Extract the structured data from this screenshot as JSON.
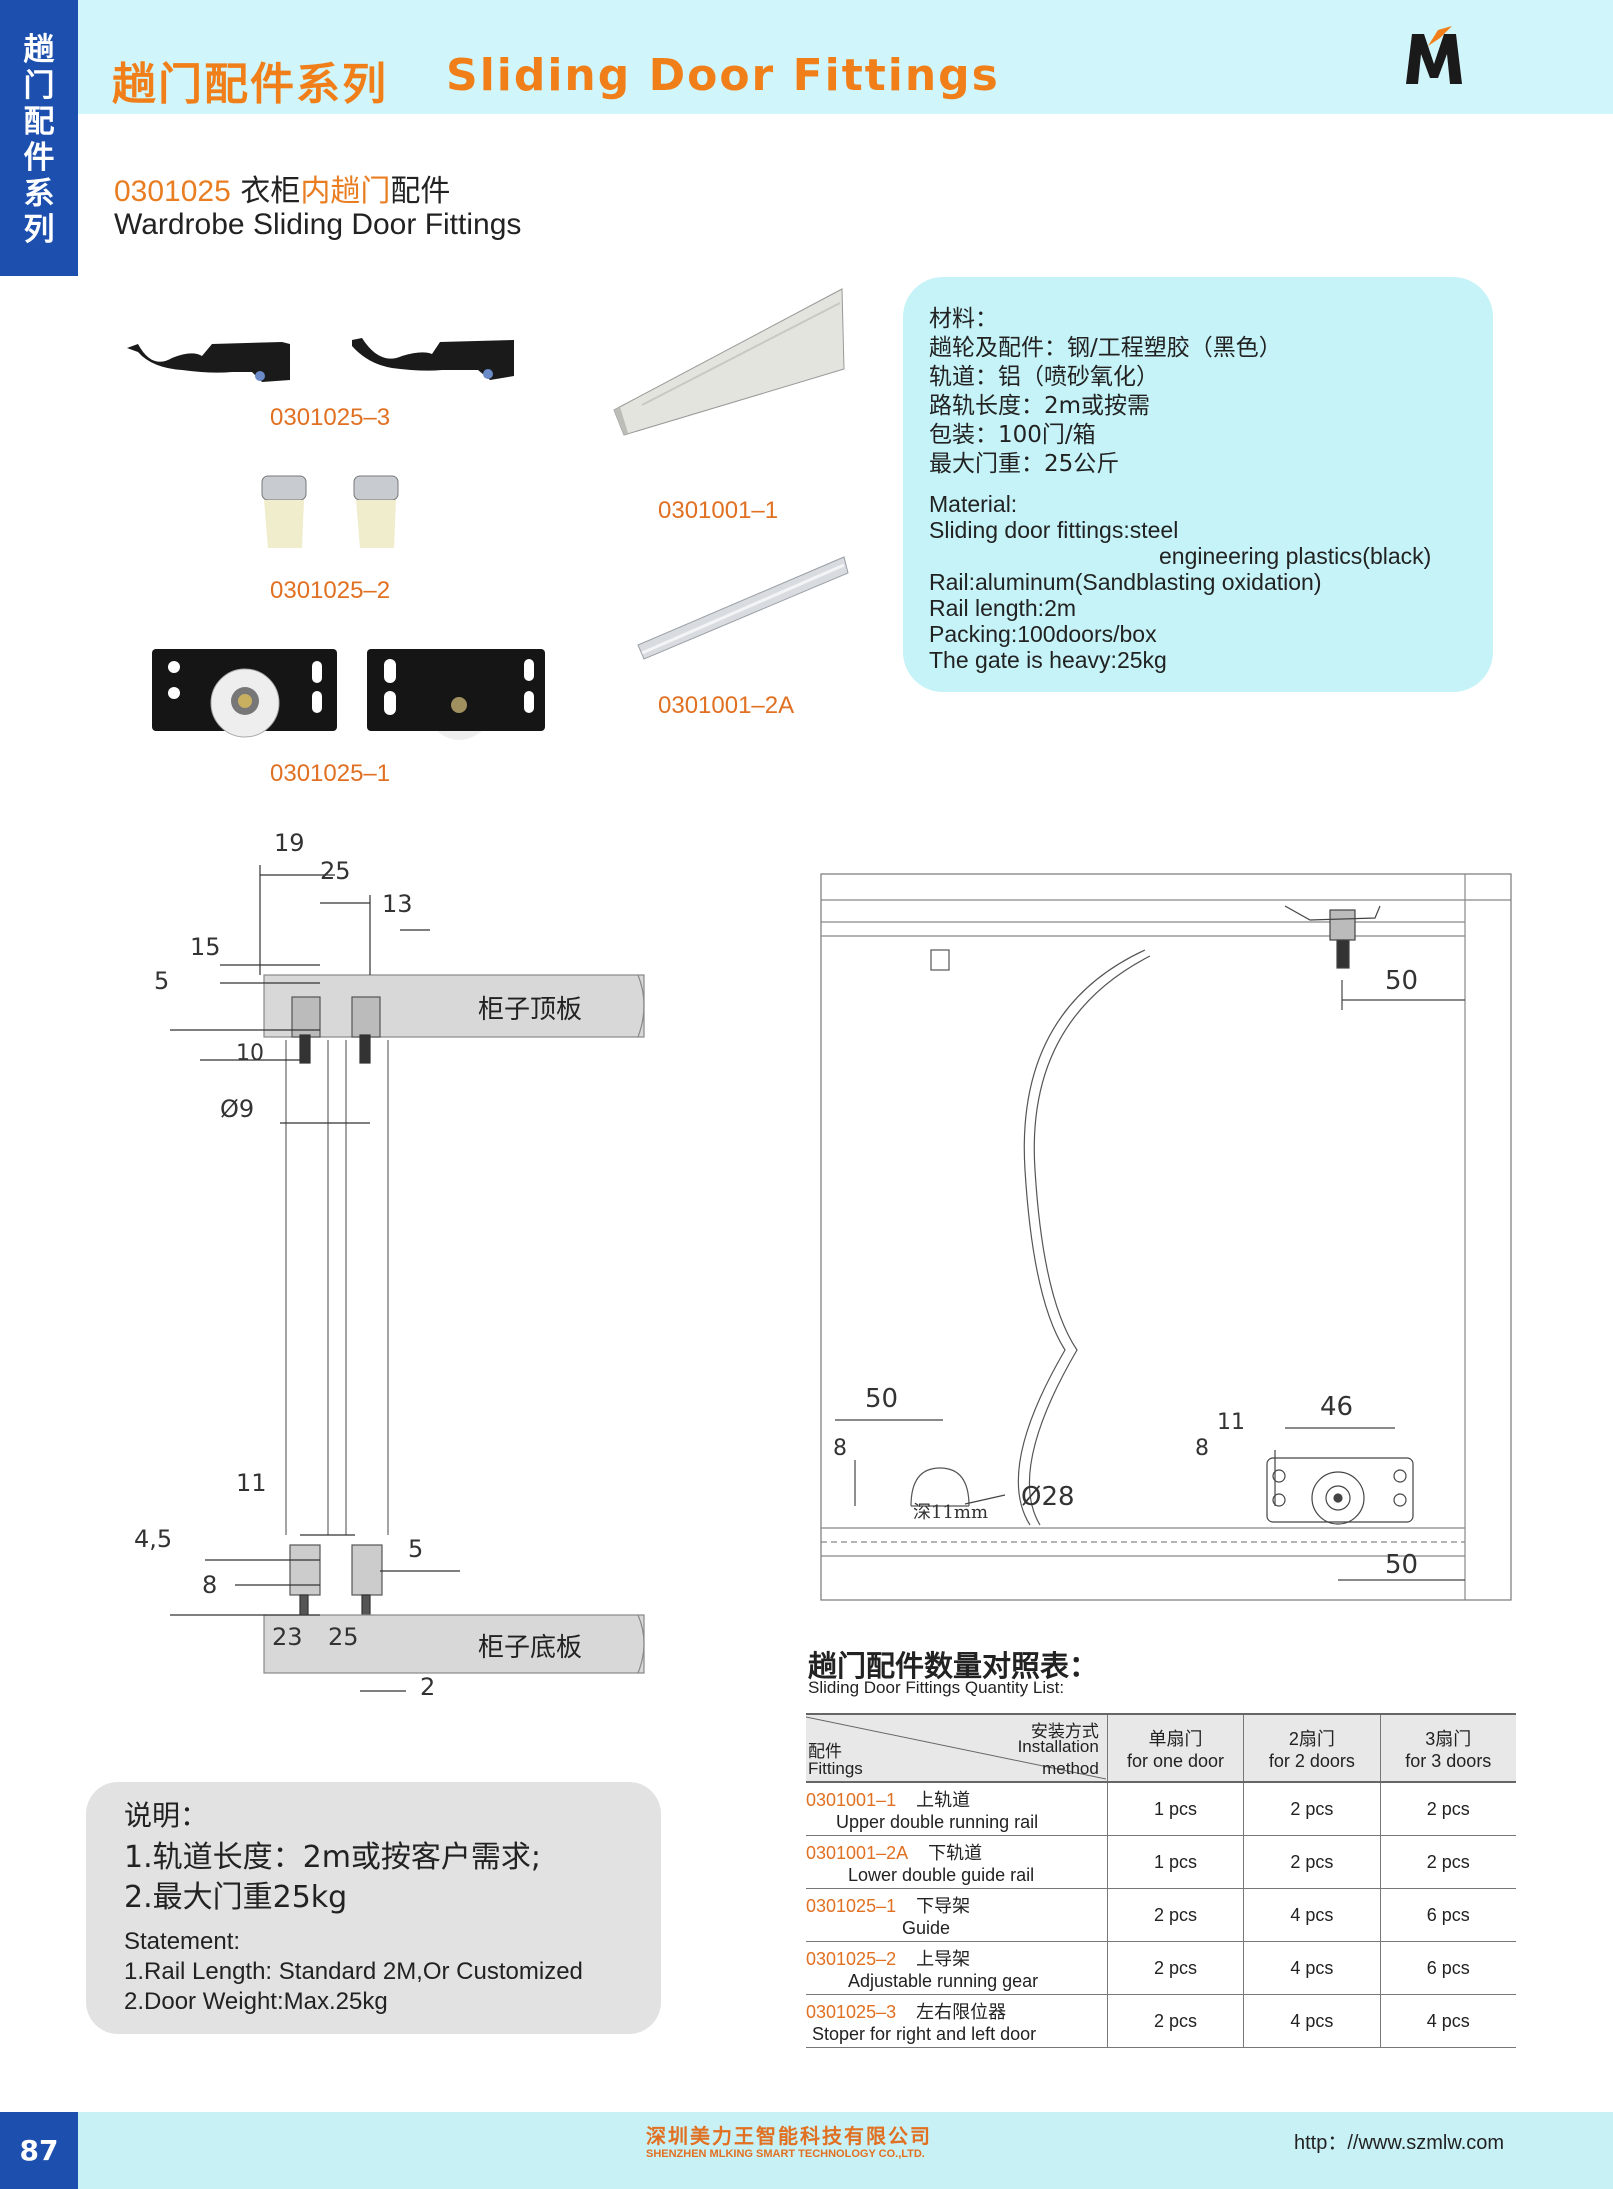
{
  "sidebar": {
    "chars": [
      "趟",
      "门",
      "配",
      "件",
      "系",
      "列"
    ]
  },
  "header": {
    "title_cn": "趟门配件系列",
    "title_en": "Sliding Door Fittings",
    "logo_text": "M"
  },
  "product": {
    "code": "0301025",
    "title_cn_part1": "衣柜",
    "title_cn_part2": "内趟门",
    "title_cn_part3": "配件",
    "title_en": "Wardrobe Sliding Door Fittings"
  },
  "part_labels": {
    "stopper": "0301025–3",
    "gear": "0301025–2",
    "guide": "0301025–1",
    "upper_rail": "0301001–1",
    "lower_rail": "0301001–2A"
  },
  "specs": {
    "cn": [
      "材料：",
      "趟轮及配件：钢/工程塑胶（黑色）",
      "轨道：铝（喷砂氧化）",
      "路轨长度：2m或按需",
      "包装：100门/箱",
      "最大门重：25公斤"
    ],
    "en": [
      "Material:",
      "Sliding door fittings:steel",
      "engineering plastics(black)",
      "Rail:aluminum(Sandblasting oxidation)",
      "Rail length:2m",
      "Packing:100doors/box",
      "The gate is heavy:25kg"
    ]
  },
  "left_drawing": {
    "dims": [
      "19",
      "25",
      "13",
      "15",
      "5",
      "10",
      "Ø9",
      "11",
      "4,5",
      "5",
      "8",
      "23",
      "25",
      "2"
    ],
    "top_board": "柜子顶板",
    "bottom_board": "柜子底板"
  },
  "right_drawing": {
    "dims": [
      "50",
      "50",
      "8",
      "8",
      "11",
      "46",
      "50",
      "Ø28"
    ],
    "depth_label": "深11mm"
  },
  "notes": {
    "heading_cn": "说明：",
    "cn_items": [
      "1.轨道长度：2m或按客户需求;",
      "2.最大门重25kg"
    ],
    "heading_en": "Statement:",
    "en_items": [
      "1.Rail Length: Standard 2M,Or Customized",
      "2.Door Weight:Max.25kg"
    ]
  },
  "table": {
    "title_cn": "趟门配件数量对照表：",
    "title_en": "Sliding Door Fittings Quantity List:",
    "hdr_method_cn": "安装方式",
    "hdr_method_en1": "Installation",
    "hdr_method_en2": "method",
    "hdr_fit_cn": "配件",
    "hdr_fit_en": "Fittings",
    "columns": [
      {
        "cn": "单扇门",
        "en": "for one door"
      },
      {
        "cn": "2扇门",
        "en": "for 2 doors"
      },
      {
        "cn": "3扇门",
        "en": "for 3 doors"
      }
    ],
    "rows": [
      {
        "code": "0301001–1",
        "cn": "上轨道",
        "en": "Upper double running rail",
        "v1": "1 pcs",
        "v2": "2 pcs",
        "v3": "2 pcs"
      },
      {
        "code": "0301001–2A",
        "cn": "下轨道",
        "en": "Lower double guide rail",
        "v1": "1 pcs",
        "v2": "2 pcs",
        "v3": "2 pcs"
      },
      {
        "code": "0301025–1",
        "cn": "下导架",
        "en": "Guide",
        "v1": "2 pcs",
        "v2": "4 pcs",
        "v3": "6 pcs"
      },
      {
        "code": "0301025–2",
        "cn": "上导架",
        "en": "Adjustable running gear",
        "v1": "2 pcs",
        "v2": "4 pcs",
        "v3": "6 pcs"
      },
      {
        "code": "0301025–3",
        "cn": "左右限位器",
        "en": "Stoper for right and left door",
        "v1": "2 pcs",
        "v2": "4 pcs",
        "v3": "4 pcs"
      }
    ]
  },
  "footer": {
    "page": "87",
    "company_cn": "深圳美力王智能科技有限公司",
    "company_en": "SHENZHEN MLKING SMART TECHNOLOGY CO.,LTD.",
    "url": "http：//www.szmlw.com"
  }
}
